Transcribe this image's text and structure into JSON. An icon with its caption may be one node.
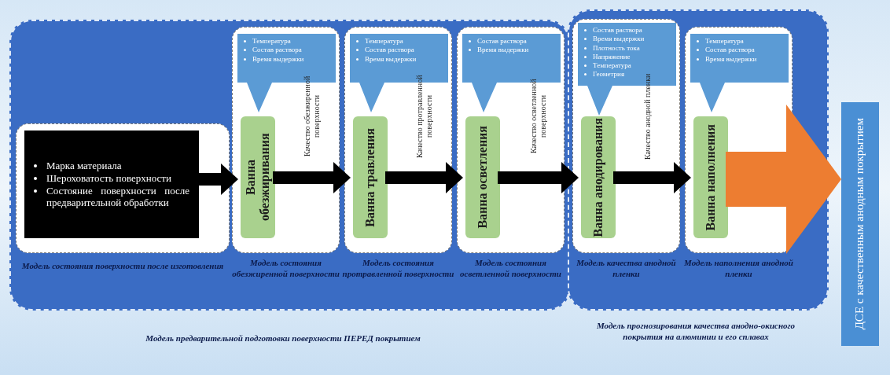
{
  "diagram": {
    "nodes": [
      {
        "text": [
          "Модель предварительной подготовки поверхности ПЕРЕД покрытием"
        ]
      },
      {
        "text": [
          "Модель прогнозирования качества анодно-окисного покрытия на алюминии и его сплавах"
        ]
      },
      {
        "text": [
          "Модель состояния поверхности после изготовления"
        ],
        "in": 0
      },
      {
        "text": [
          "Марка материала",
          "Шероховатость поверхности",
          "Состояние поверхности после предварительной обработки"
        ],
        "in": 2
      },
      {
        "text": [
          "Модель состояния обезжиренной поверхности"
        ],
        "in": 0
      },
      {
        "text": [
          "Температура",
          "Состав раствора",
          "Время выдержки"
        ],
        "in": 4
      },
      {
        "text": [
          "Ванна обезжиривания"
        ],
        "in": 4
      },
      {
        "text": [
          "Модель состояния протравленной поверхности"
        ],
        "in": 0
      },
      {
        "text": [
          "Температура",
          "Состав раствора",
          "Время выдержки"
        ],
        "in": 7
      },
      {
        "text": [
          "Ванна травления"
        ],
        "in": 7
      },
      {
        "text": [
          "Модель состояния осветленной поверхности"
        ],
        "in": 0
      },
      {
        "text": [
          "Состав раствора",
          "Время выдержки"
        ],
        "in": 10
      },
      {
        "text": [
          "Ванна осветления"
        ],
        "in": 10
      },
      {
        "text": [
          "Модель качества анодной пленки"
        ],
        "in": 1
      },
      {
        "text": [
          "Состав раствора",
          "Время выдержки",
          "Плотность тока",
          "Напряжение",
          "Температура",
          "Геометрия"
        ],
        "in": 13
      },
      {
        "text": [
          "Ванна анодирования"
        ],
        "in": 13
      },
      {
        "text": [
          "Модель наполнения анодной пленки"
        ],
        "in": 1
      },
      {
        "text": [
          "Температура",
          "Состав раствора",
          "Время выдержки"
        ],
        "in": 16
      },
      {
        "text": [
          "Ванна наполнения"
        ],
        "in": 16
      },
      {
        "text": [
          "ДСЕ с качественным анодным покрытием"
        ]
      }
    ],
    "edges": [
      {
        "from": 3,
        "to": 6,
        "arrow": "to"
      },
      {
        "from": 6,
        "to": 9,
        "arrow": "to",
        "label": "Качество обезжиренной поверхности"
      },
      {
        "from": 9,
        "to": 12,
        "arrow": "to",
        "label": "Качество протравленной поверхности"
      },
      {
        "from": 12,
        "to": 15,
        "arrow": "to",
        "label": "Качество осветленной поверхности"
      },
      {
        "from": 15,
        "to": 18,
        "arrow": "to",
        "label": "Качество анодной пленки"
      },
      {
        "from": 18,
        "to": 19,
        "arrow": "to",
        "style": "thick",
        "color": "#ed7d31"
      }
    ]
  }
}
